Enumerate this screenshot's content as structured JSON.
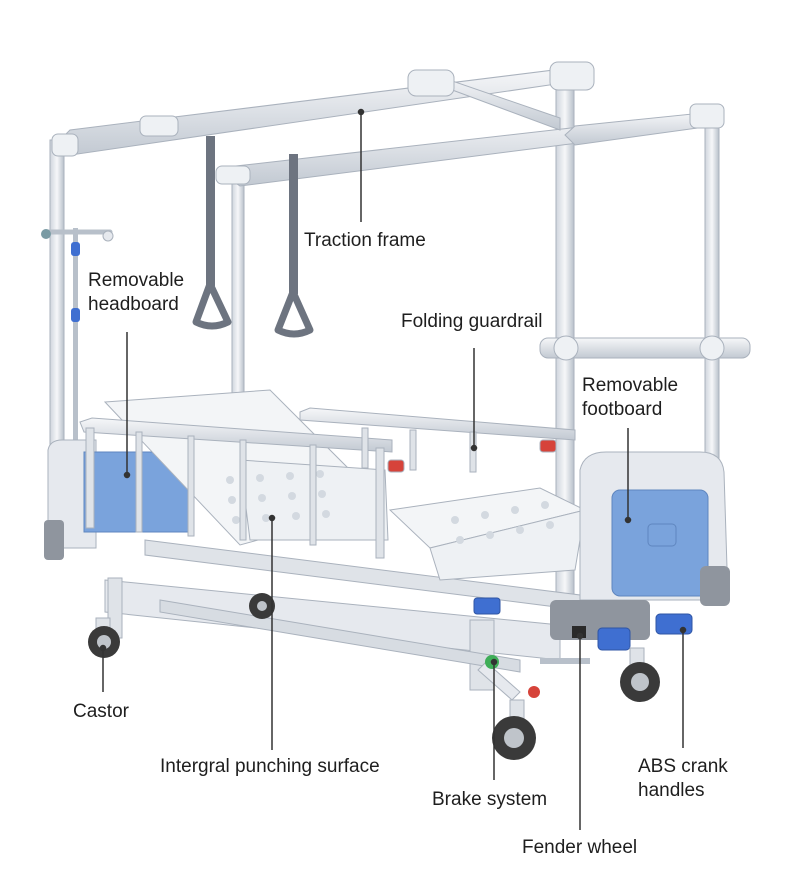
{
  "labels": {
    "traction_frame": "Traction frame",
    "removable_headboard": [
      "Removable",
      "headboard"
    ],
    "folding_guardrail": "Folding guardrail",
    "removable_footboard": [
      "Removable",
      "footboard"
    ],
    "castor": "Castor",
    "intergral_punching_surface": "Intergral punching surface",
    "brake_system": "Brake system",
    "abs_crank_handles": [
      "ABS crank",
      "handles"
    ],
    "fender_wheel": "Fender wheel"
  },
  "colors": {
    "frame": "#e6e9ee",
    "frame_edge": "#aab2bd",
    "panel_blue": "#7aa3dc",
    "bumper_gray": "#8f959e",
    "crank_blue": "#3f6fd1",
    "caster": "#3a3a3a",
    "leader_line": "#333333"
  }
}
